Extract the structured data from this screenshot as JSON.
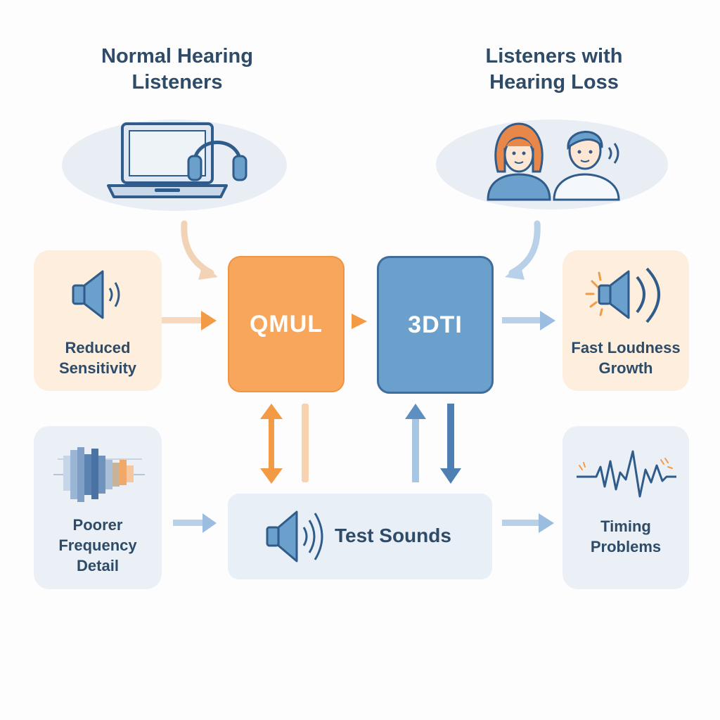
{
  "left_group": {
    "title_line1": "Normal Hearing",
    "title_line2": "Listeners"
  },
  "right_group": {
    "title_line1": "Listeners with",
    "title_line2": "Hearing Loss"
  },
  "processors": {
    "qmul_label": "QMUL",
    "tdti_label": "3DTI"
  },
  "test": {
    "label": "Test Sounds"
  },
  "effects": {
    "reduced_sensitivity": {
      "line1": "Reduced",
      "line2": "Sensitivity"
    },
    "fast_loudness_growth": {
      "line1": "Fast Loudness",
      "line2": "Growth"
    },
    "poorer_frequency_detail": {
      "line1": "Poorer",
      "line2": "Frequency",
      "line3": "Detail"
    },
    "timing_problems": {
      "line1": "Timing",
      "line2": "Problems"
    }
  },
  "icons": {
    "laptop": "laptop-icon",
    "headphones": "headphones-icon",
    "people": "people-icon",
    "speaker": "speaker-icon",
    "waveform": "waveform-icon",
    "spectrogram": "spectrogram-icon"
  },
  "colors": {
    "orange": "#f7a65c",
    "blue": "#6b9fcc",
    "dark_text": "#2e4b67",
    "orange_bg": "#fdeedd",
    "blue_bg": "#ebf0f6"
  }
}
